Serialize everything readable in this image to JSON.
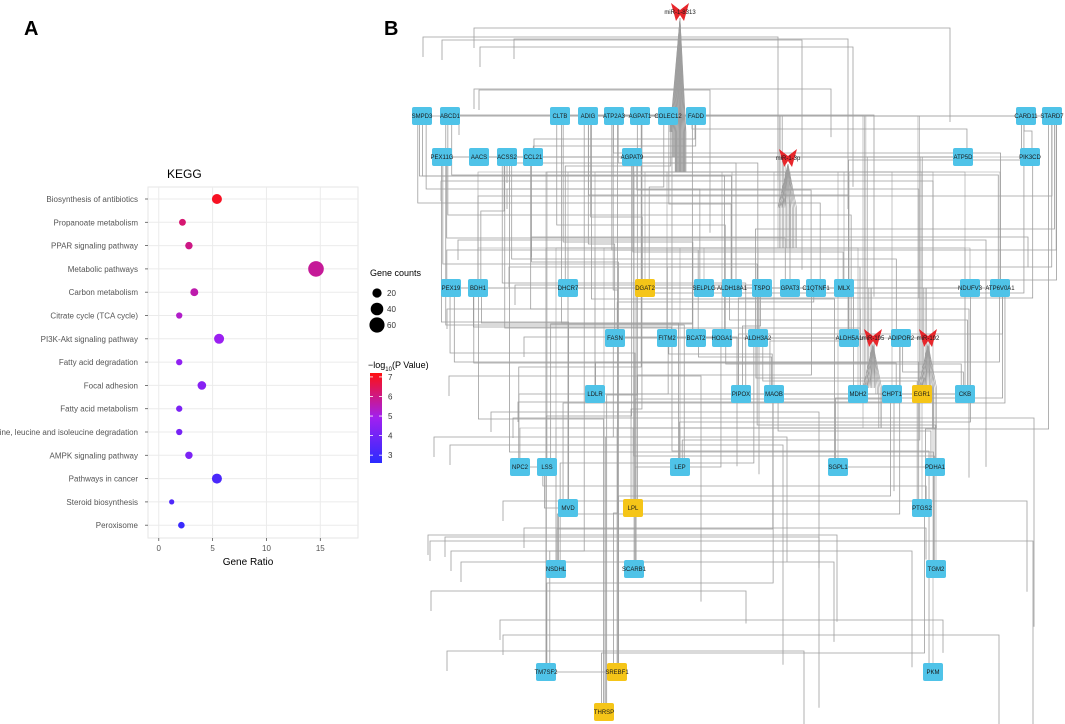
{
  "panels": {
    "a_label": "A",
    "b_label": "B"
  },
  "chart_data": {
    "type": "scatter",
    "title": "KEGG",
    "xlabel": "Gene Ratio",
    "ylabel": "",
    "xlim": [
      -1,
      18.5
    ],
    "xticks": [
      0,
      5,
      10,
      15
    ],
    "grid": true,
    "categories": [
      "Biosynthesis of antibiotics",
      "Propanoate metabolism",
      "PPAR signaling pathway",
      "Metabolic pathways",
      "Carbon metabolism",
      "Citrate cycle (TCA cycle)",
      "PI3K-Akt signaling pathway",
      "Fatty acid degradation",
      "Focal adhesion",
      "Fatty acid metabolism",
      "Valine, leucine and isoleucine degradation",
      "AMPK signaling pathway",
      "Pathways in cancer",
      "Steroid biosynthesis",
      "Peroxisome"
    ],
    "points": [
      {
        "pathway": "Biosynthesis of antibiotics",
        "gene_ratio": 5.4,
        "gene_count": 24,
        "neg_log10_p": 7.0
      },
      {
        "pathway": "Propanoate metabolism",
        "gene_ratio": 2.2,
        "gene_count": 10,
        "neg_log10_p": 6.2
      },
      {
        "pathway": "PPAR signaling pathway",
        "gene_ratio": 2.8,
        "gene_count": 12,
        "neg_log10_p": 6.0
      },
      {
        "pathway": "Metabolic pathways",
        "gene_ratio": 14.6,
        "gene_count": 64,
        "neg_log10_p": 5.8
      },
      {
        "pathway": "Carbon metabolism",
        "gene_ratio": 3.3,
        "gene_count": 14,
        "neg_log10_p": 5.6
      },
      {
        "pathway": "Citrate cycle (TCA cycle)",
        "gene_ratio": 1.9,
        "gene_count": 8,
        "neg_log10_p": 5.3
      },
      {
        "pathway": "PI3K-Akt signaling pathway",
        "gene_ratio": 5.6,
        "gene_count": 24,
        "neg_log10_p": 4.8
      },
      {
        "pathway": "Fatty acid degradation",
        "gene_ratio": 1.9,
        "gene_count": 8,
        "neg_log10_p": 4.6
      },
      {
        "pathway": "Focal adhesion",
        "gene_ratio": 4.0,
        "gene_count": 17,
        "neg_log10_p": 4.4
      },
      {
        "pathway": "Fatty acid metabolism",
        "gene_ratio": 1.9,
        "gene_count": 8,
        "neg_log10_p": 4.2
      },
      {
        "pathway": "Valine, leucine and isoleucine degradation",
        "gene_ratio": 1.9,
        "gene_count": 8,
        "neg_log10_p": 4.1
      },
      {
        "pathway": "AMPK signaling pathway",
        "gene_ratio": 2.8,
        "gene_count": 12,
        "neg_log10_p": 4.2
      },
      {
        "pathway": "Pathways in cancer",
        "gene_ratio": 5.4,
        "gene_count": 24,
        "neg_log10_p": 3.2
      },
      {
        "pathway": "Steroid biosynthesis",
        "gene_ratio": 1.2,
        "gene_count": 5,
        "neg_log10_p": 3.3
      },
      {
        "pathway": "Peroxisome",
        "gene_ratio": 2.1,
        "gene_count": 9,
        "neg_log10_p": 2.9
      }
    ],
    "size_legend": {
      "title": "Gene counts",
      "values": [
        20,
        40,
        60
      ]
    },
    "color_legend": {
      "title_prefix": "−log",
      "title_sub": "10",
      "title_suffix": "(P Value)",
      "range": [
        2.6,
        7.2
      ],
      "ticks": [
        7,
        6,
        5,
        4,
        3
      ],
      "low_color": "#2b2bff",
      "mid_color": "#a020f0",
      "high_color": "#ff1010"
    }
  },
  "network": {
    "gene_color": "#4fc3e8",
    "highlight_color": "#f5c518",
    "mirna_color": "#e8262b",
    "edge_color": "#9e9e9e",
    "genes": [
      {
        "label": "SMPD3"
      },
      {
        "label": "ABCD1"
      },
      {
        "label": "CLTB"
      },
      {
        "label": "ADIG"
      },
      {
        "label": "ATP2A3"
      },
      {
        "label": "AGPAT1"
      },
      {
        "label": "COLEC12"
      },
      {
        "label": "FADD"
      },
      {
        "label": "CARD11"
      },
      {
        "label": "STARD7"
      },
      {
        "label": "PEX11G"
      },
      {
        "label": "AACS"
      },
      {
        "label": "ACSS2"
      },
      {
        "label": "CCL21"
      },
      {
        "label": "AGPAT9"
      },
      {
        "label": "ATP5D"
      },
      {
        "label": "PIK3CD"
      },
      {
        "label": "PEX19"
      },
      {
        "label": "BDH1"
      },
      {
        "label": "DHCR7"
      },
      {
        "label": "DGAT2",
        "highlight": true
      },
      {
        "label": "SELPLG"
      },
      {
        "label": "ALDH18A1"
      },
      {
        "label": "TSPO"
      },
      {
        "label": "GPAT3"
      },
      {
        "label": "C1QTNF1"
      },
      {
        "label": "MLX"
      },
      {
        "label": "NDUFV3"
      },
      {
        "label": "ATP6V0A1"
      },
      {
        "label": "FASN"
      },
      {
        "label": "FITM2"
      },
      {
        "label": "BCAT2"
      },
      {
        "label": "HOGA1"
      },
      {
        "label": "ALDH3A2"
      },
      {
        "label": "ALDH5A1"
      },
      {
        "label": "ADIPOR2"
      },
      {
        "label": "LDLR"
      },
      {
        "label": "PIPOX"
      },
      {
        "label": "MAOB"
      },
      {
        "label": "MDH2"
      },
      {
        "label": "CHPT1"
      },
      {
        "label": "EGR1",
        "highlight": true
      },
      {
        "label": "CKB"
      },
      {
        "label": "NPC2"
      },
      {
        "label": "LSS"
      },
      {
        "label": "LEP"
      },
      {
        "label": "SGPL1"
      },
      {
        "label": "PDHA1"
      },
      {
        "label": "MVD"
      },
      {
        "label": "LPL",
        "highlight": true
      },
      {
        "label": "PTGS2"
      },
      {
        "label": "NSDHL"
      },
      {
        "label": "SCARB1"
      },
      {
        "label": "TGM2"
      },
      {
        "label": "TM7SF2"
      },
      {
        "label": "SREBF1",
        "highlight": true
      },
      {
        "label": "PKM"
      },
      {
        "label": "THRSP",
        "highlight": true
      }
    ],
    "mirnas": [
      {
        "label": "miR-1-8313"
      },
      {
        "label": "miR-1-3p"
      },
      {
        "label": "miR-195"
      },
      {
        "label": "miR-192"
      }
    ]
  }
}
